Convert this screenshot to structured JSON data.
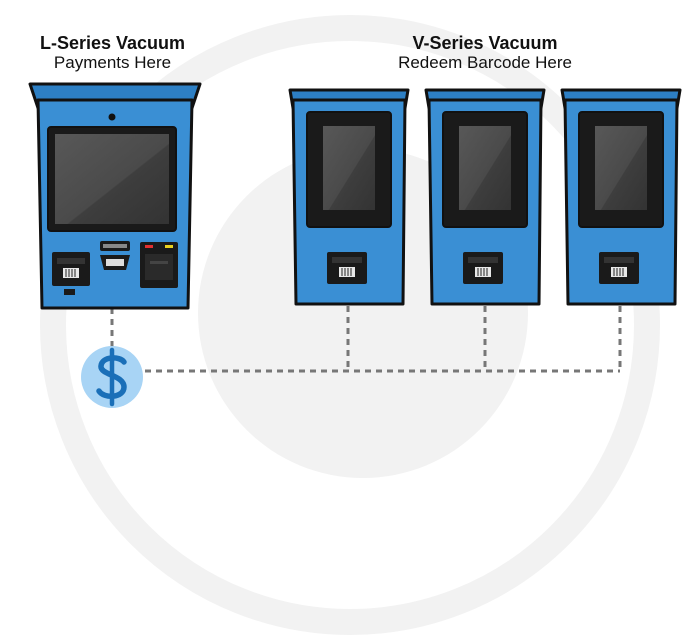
{
  "l_series": {
    "title": "L-Series Vacuum",
    "subtitle": "Payments Here"
  },
  "v_series": {
    "title": "V-Series Vacuum",
    "subtitle": "Redeem Barcode Here"
  },
  "colors": {
    "kiosk_blue": "#3a8fd4",
    "kiosk_dark": "#1a1a1a",
    "payment_circle": "#a8d4f5",
    "dollar_sign": "#1a6fb8",
    "connector": "#777777",
    "background_ring": "#f2f2f2"
  },
  "icons": {
    "payment": "dollar-sign-icon"
  }
}
